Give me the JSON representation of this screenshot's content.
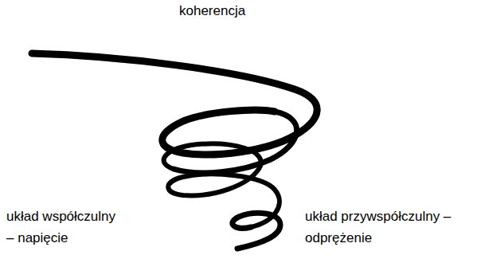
{
  "diagram": {
    "labels": [
      "koherencja",
      "układ współczulny – napięcie",
      "układ przywspółczulny – odprężenie"
    ]
  }
}
